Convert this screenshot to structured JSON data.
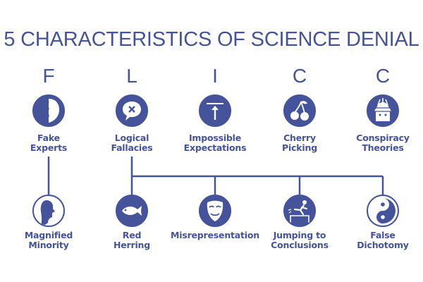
{
  "title": "5 CHARACTERISTICS OF SCIENCE DENIAL",
  "colors": {
    "primary": "#44539a",
    "background": "#ffffff"
  },
  "characteristics": [
    {
      "letter": "F",
      "label": "Fake\nExperts",
      "icon": "fake-experts-icon"
    },
    {
      "letter": "L",
      "label": "Logical\nFallacies",
      "icon": "logical-fallacies-icon"
    },
    {
      "letter": "I",
      "label": "Impossible\nExpectations",
      "icon": "impossible-expectations-icon"
    },
    {
      "letter": "C",
      "label": "Cherry\nPicking",
      "icon": "cherry-picking-icon"
    },
    {
      "letter": "C",
      "label": "Conspiracy\nTheories",
      "icon": "conspiracy-theories-icon"
    }
  ],
  "sub_items": [
    {
      "label": "Magnified\nMinority",
      "icon": "magnified-minority-icon"
    },
    {
      "label": "Red\nHerring",
      "icon": "red-herring-icon"
    },
    {
      "label": "Misrepresentation",
      "icon": "misrepresentation-icon"
    },
    {
      "label": "Jumping to\nConclusions",
      "icon": "jumping-to-conclusions-icon"
    },
    {
      "label": "False\nDichotomy",
      "icon": "false-dichotomy-icon"
    }
  ]
}
